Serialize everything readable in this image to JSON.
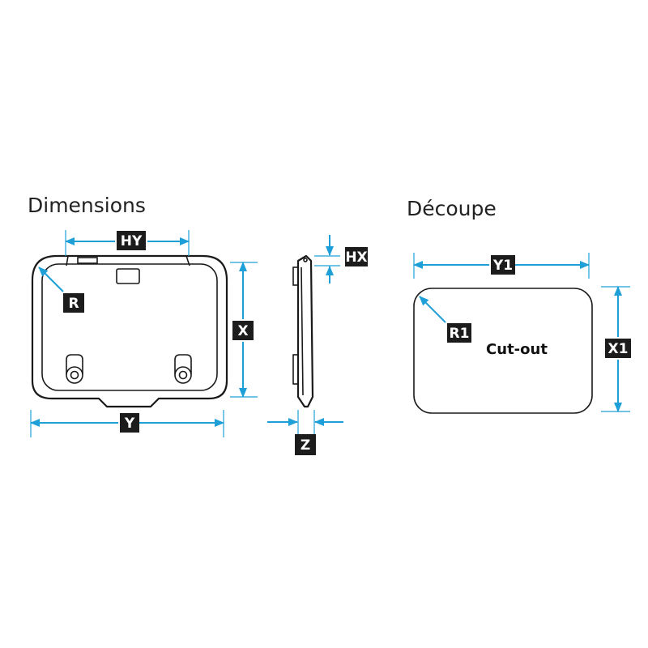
{
  "headings": {
    "dimensions": "Dimensions",
    "decoupe": "Découpe"
  },
  "labels": {
    "hy": "HY",
    "r": "R",
    "x": "X",
    "y": "Y",
    "hx": "HX",
    "z": "Z",
    "y1": "Y1",
    "x1": "X1",
    "r1": "R1"
  },
  "cutout_label": "Cut-out",
  "colors": {
    "dimension_lines": "#1e9fd8",
    "outline": "#1a1a1a",
    "label_box": "#1c1c1c",
    "label_text": "#ffffff"
  }
}
